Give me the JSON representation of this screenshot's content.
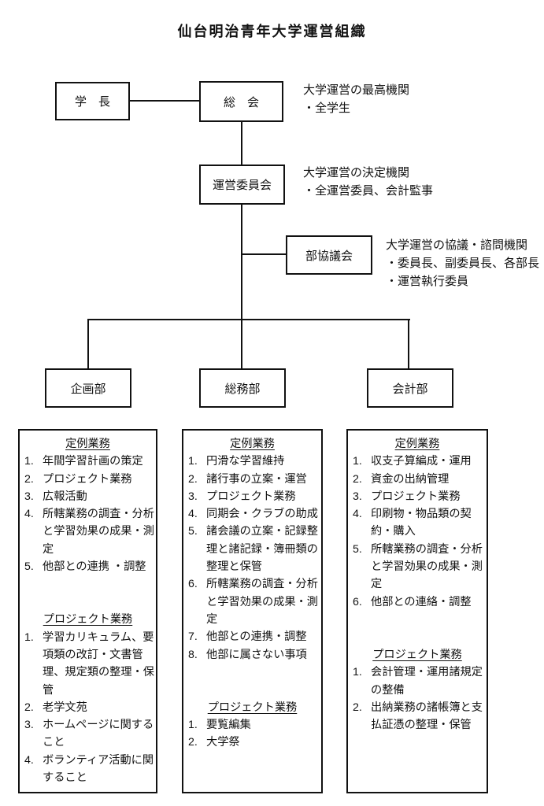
{
  "title": "仙台明治青年大学運営組織",
  "colors": {
    "ink": "#111111",
    "background": "#ffffff"
  },
  "org": {
    "president": {
      "label": "学　長"
    },
    "general_assembly": {
      "label": "総　会",
      "note": "大学運営の最高機関\n・全学生"
    },
    "steering_committee": {
      "label": "運営委員会",
      "note": "大学運営の決定機関\n・全運営委員、会計監事"
    },
    "department_council": {
      "label": "部協議会",
      "note": "大学運営の協議・諮問機関\n・委員長、副委員長、各部長\n・運営執行委員"
    },
    "departments": [
      {
        "label": "企画部"
      },
      {
        "label": "総務部"
      },
      {
        "label": "会計部"
      }
    ]
  },
  "detail_boxes": [
    {
      "department": "企画部",
      "sections": [
        {
          "heading": "定例業務",
          "items": [
            {
              "num": "1.",
              "text": "年間学習計画の策定"
            },
            {
              "num": "2.",
              "text": "プロジェクト業務"
            },
            {
              "num": "3.",
              "text": "広報活動"
            },
            {
              "num": "4.",
              "text": "所轄業務の調査・分析\nと学習効果の成果・測\n定"
            },
            {
              "num": "5.",
              "text": "他部との連携 ・調整"
            }
          ]
        },
        {
          "heading": "プロジェクト業務",
          "items": [
            {
              "num": "1.",
              "text": "学習カリキュラム、要\n項類の改訂・文書管\n理、規定類の整理・保\n管"
            },
            {
              "num": "2.",
              "text": "老学文苑"
            },
            {
              "num": "3.",
              "text": "ホームページに関する\nこと"
            },
            {
              "num": "4.",
              "text": "ボランティア活動に関\nすること"
            }
          ]
        }
      ]
    },
    {
      "department": "総務部",
      "sections": [
        {
          "heading": "定例業務",
          "items": [
            {
              "num": "1.",
              "text": "円滑な学習維持"
            },
            {
              "num": "2.",
              "text": "諸行事の立案・運営"
            },
            {
              "num": "3.",
              "text": "プロジェクト業務"
            },
            {
              "num": "4.",
              "text": "同期会・クラブの助成"
            },
            {
              "num": "5.",
              "text": "諸会議の立案・記録整\n理と諸記録・簿冊類の\n整理と保管"
            },
            {
              "num": "6.",
              "text": "所轄業務の調査・分析\nと学習効果の成果・測\n定"
            },
            {
              "num": "7.",
              "text": "他部との連携・調整"
            },
            {
              "num": "8.",
              "text": "他部に属さない事項"
            }
          ]
        },
        {
          "heading": "プロジェクト業務",
          "items": [
            {
              "num": "1.",
              "text": "要覧編集"
            },
            {
              "num": "2.",
              "text": "大学祭"
            }
          ]
        }
      ]
    },
    {
      "department": "会計部",
      "sections": [
        {
          "heading": "定例業務",
          "items": [
            {
              "num": "1.",
              "text": "収支子算編成・運用"
            },
            {
              "num": "2.",
              "text": "資金の出納管理"
            },
            {
              "num": "3.",
              "text": "プロジェクト業務"
            },
            {
              "num": "4.",
              "text": "印刷物・物品類の契\n約・購入"
            },
            {
              "num": "5.",
              "text": "所轄業務の調査・分析\nと学習効果の成果・測\n定"
            },
            {
              "num": "6.",
              "text": "他部との連絡・調整"
            }
          ]
        },
        {
          "heading": "プロジェクト業務",
          "items": [
            {
              "num": "1.",
              "text": "会計管理・運用諸規定\nの整備"
            },
            {
              "num": "2.",
              "text": "出納業務の諸帳簿と支\n払証憑の整理・保管"
            }
          ]
        }
      ]
    }
  ]
}
